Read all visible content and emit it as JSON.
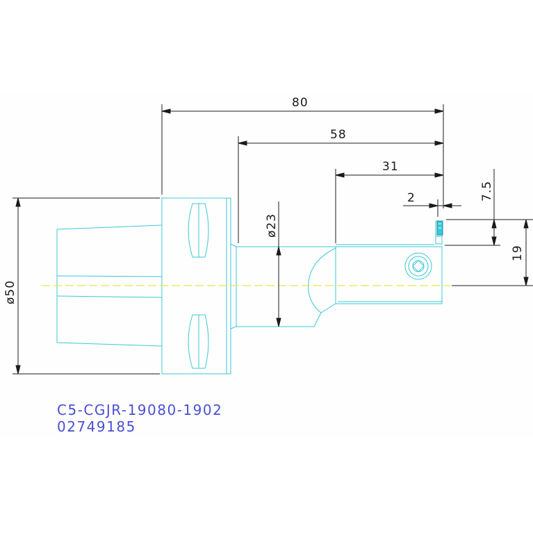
{
  "drawing": {
    "dims": {
      "total_length": "80",
      "bar_length": "58",
      "head_length": "31",
      "tip_offset": "2",
      "tip_height": "7.5",
      "center_height": "19",
      "flange_diameter": "ø50",
      "shank_diameter": "ø23"
    },
    "part_number": "C5-CGJR-19080-1902",
    "order_number": "02749185"
  },
  "colors": {
    "outline": "#3cc8d8",
    "centerline": "#e8e84a",
    "dimension": "#1a1a1a",
    "label": "#4b4fd6",
    "panel": "#fdfefd"
  }
}
